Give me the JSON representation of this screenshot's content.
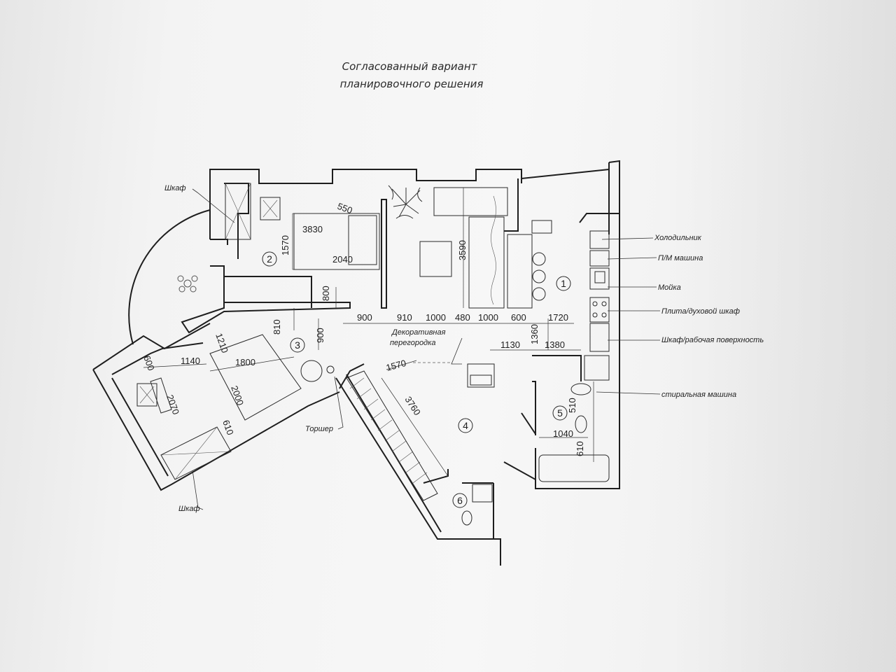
{
  "title": {
    "line1": "Согласованный вариант",
    "line2": "планировочного решения"
  },
  "rooms": {
    "r1": "1",
    "r2": "2",
    "r3": "3",
    "r4": "4",
    "r5": "5",
    "r6": "6"
  },
  "labels": {
    "wardrobe_top": "Шкаф",
    "wardrobe_bottom": "Шкаф",
    "fridge": "Холодильник",
    "dishwasher": "П/М машина",
    "sink": "Мойка",
    "stove": "Плита/духовой шкаф",
    "worktop": "Шкаф/рабочая поверхность",
    "washer": "стиральная машина",
    "lamp": "Торшер",
    "partition_line1": "Декоративная",
    "partition_line2": "перегородка"
  },
  "dimensions": {
    "d550": "550",
    "d3830": "3830",
    "d1570a": "1570",
    "d2040": "2040",
    "d3590": "3590",
    "d800": "800",
    "d810": "810",
    "d900a": "900",
    "d900b": "900",
    "d910": "910",
    "d1000a": "1000",
    "d480": "480",
    "d1000b": "1000",
    "d600a": "600",
    "d1720": "1720",
    "d1360": "1360",
    "d1130": "1130",
    "d1380": "1380",
    "d1210": "1210",
    "d600b": "600",
    "d1140": "1140",
    "d1800": "1800",
    "d2070": "2070",
    "d2000": "2000",
    "d610a": "610",
    "d1570b": "1570",
    "d3760": "3760",
    "d510": "510",
    "d1040": "1040",
    "d610b": "610"
  },
  "colors": {
    "ink": "#1e1e1e",
    "paper": "#f5f5f5"
  }
}
